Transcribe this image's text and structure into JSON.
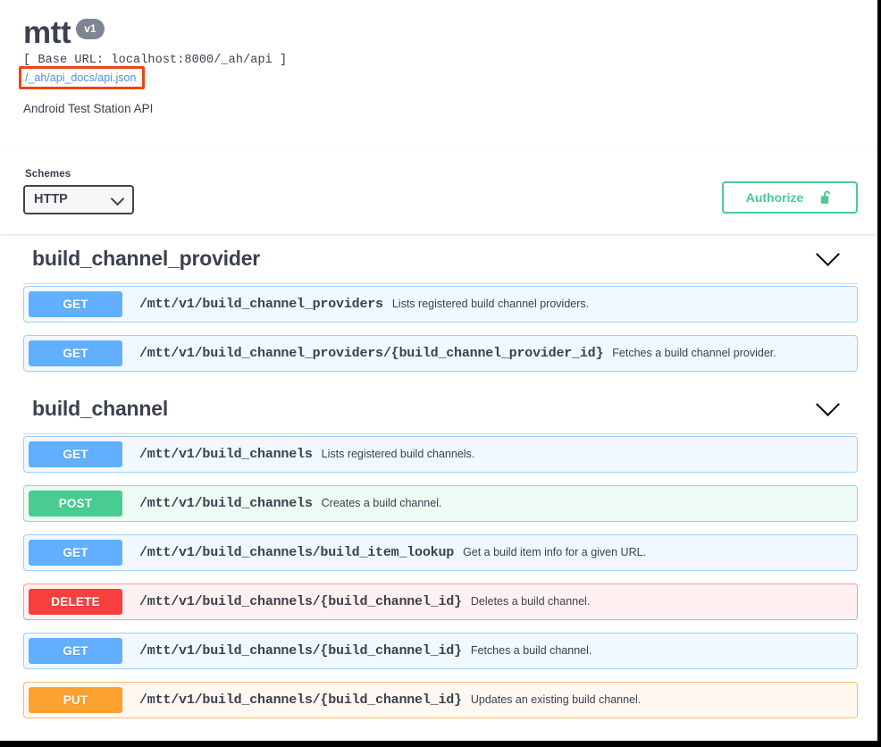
{
  "page": {
    "app": "swagger-ui",
    "accent_blue": "#61affe",
    "accent_green": "#49cc90",
    "accent_red": "#f93e3e",
    "accent_orange": "#fca130",
    "highlight_box_color": "#ee4316",
    "link_color": "#4990e2",
    "text_color": "#3b4151"
  },
  "info": {
    "title": "mtt",
    "version_badge": "v1",
    "base_url_text": "[ Base URL: localhost:8000/_ah/api ]",
    "spec_link": "/_ah/api_docs/api.json",
    "description": "Android Test Station API"
  },
  "scheme_bar": {
    "schemes_label": "Schemes",
    "selected_scheme": "HTTP",
    "scheme_options": [
      "HTTP"
    ],
    "chevron_icon": "chevron-down-icon",
    "authorize_label": "Authorize",
    "authorize_icon": "unlocked-padlock-icon"
  },
  "tags": [
    {
      "name": "build_channel_provider",
      "expand_icon": "chevron-down-icon",
      "operations": [
        {
          "method": "GET",
          "method_class": "get",
          "path": "/mtt/v1/build_channel_providers",
          "description": "Lists registered build channel providers."
        },
        {
          "method": "GET",
          "method_class": "get",
          "path": "/mtt/v1/build_channel_providers/{build_channel_provider_id}",
          "description": "Fetches a build channel provider."
        }
      ]
    },
    {
      "name": "build_channel",
      "expand_icon": "chevron-down-icon",
      "operations": [
        {
          "method": "GET",
          "method_class": "get",
          "path": "/mtt/v1/build_channels",
          "description": "Lists registered build channels."
        },
        {
          "method": "POST",
          "method_class": "post",
          "path": "/mtt/v1/build_channels",
          "description": "Creates a build channel."
        },
        {
          "method": "GET",
          "method_class": "get",
          "path": "/mtt/v1/build_channels/build_item_lookup",
          "description": "Get a build item info for a given URL."
        },
        {
          "method": "DELETE",
          "method_class": "delete",
          "path": "/mtt/v1/build_channels/{build_channel_id}",
          "description": "Deletes a build channel."
        },
        {
          "method": "GET",
          "method_class": "get",
          "path": "/mtt/v1/build_channels/{build_channel_id}",
          "description": "Fetches a build channel."
        },
        {
          "method": "PUT",
          "method_class": "put",
          "path": "/mtt/v1/build_channels/{build_channel_id}",
          "description": "Updates an existing build channel."
        }
      ]
    }
  ]
}
